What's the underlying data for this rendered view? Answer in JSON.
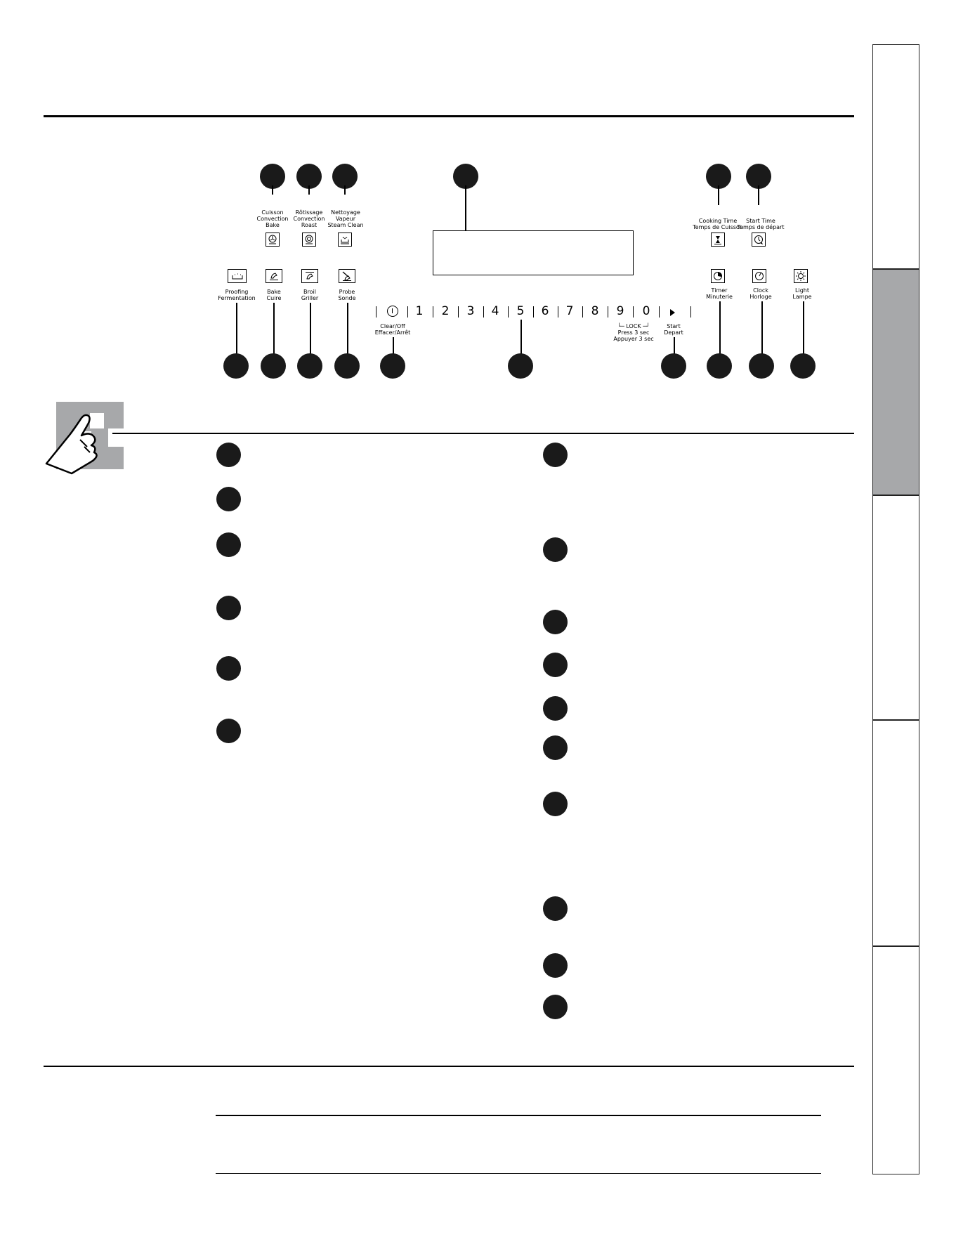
{
  "panel": {
    "upper_keys": [
      {
        "id": "convection-bake",
        "caption": [
          "Cuisson",
          "Convection",
          "Bake"
        ],
        "icon": "fan-icon"
      },
      {
        "id": "convection-roast",
        "caption": [
          "Rôtissage",
          "Convection",
          "Roast"
        ],
        "icon": "roast-fan-icon"
      },
      {
        "id": "steam-clean",
        "caption": [
          "Nettoyage",
          "Vapeur",
          "Steam Clean"
        ],
        "icon": "steam-icon"
      },
      {
        "id": "cooking-time",
        "caption": [
          "Cooking Time",
          "Temps de Cuisson"
        ],
        "icon": "hourglass-icon"
      },
      {
        "id": "start-time",
        "caption": [
          "Start Time",
          "Temps de départ"
        ],
        "icon": "clock-arrow-icon"
      }
    ],
    "lower_keys": [
      {
        "id": "proofing",
        "caption": [
          "Proofing",
          "Fermentation"
        ],
        "icon": "dough-icon"
      },
      {
        "id": "bake",
        "caption": [
          "Bake",
          "Cuire"
        ],
        "icon": "bake-icon"
      },
      {
        "id": "broil",
        "caption": [
          "Broil",
          "Griller"
        ],
        "icon": "broil-icon"
      },
      {
        "id": "probe",
        "caption": [
          "Probe",
          "Sonde"
        ],
        "icon": "probe-icon"
      },
      {
        "id": "timer",
        "caption": [
          "Timer",
          "Minuterie"
        ],
        "icon": "timer-icon"
      },
      {
        "id": "clock",
        "caption": [
          "Clock",
          "Horloge"
        ],
        "icon": "clock-icon"
      },
      {
        "id": "light",
        "caption": [
          "Light",
          "Lampe"
        ],
        "icon": "lightbulb-icon"
      }
    ],
    "number_row": {
      "digits": [
        "1",
        "2",
        "3",
        "4",
        "5",
        "6",
        "7",
        "8",
        "9",
        "0"
      ],
      "clear_caption": [
        "Clear/Off",
        "Effacer/Arrêt"
      ],
      "lock_caption": [
        "└─ LOCK ─┘",
        "Press 3 sec",
        "Appuyer 3 sec"
      ],
      "start_caption": [
        "Start",
        "Depart"
      ]
    }
  }
}
